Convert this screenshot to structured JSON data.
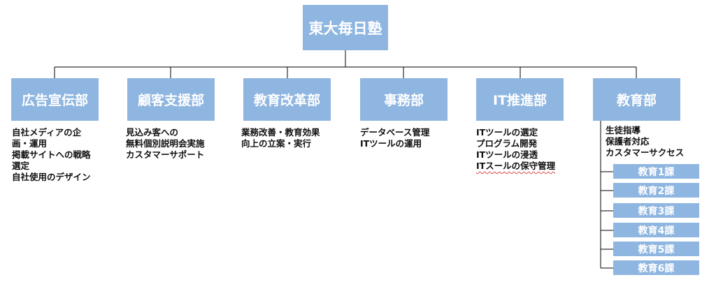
{
  "root": {
    "label": "東大毎日塾"
  },
  "departments": [
    {
      "label": "広告宣伝部",
      "duties": [
        "自社メディアの企",
        "画・運用",
        "掲載サイトへの戦略",
        "選定",
        "自社使用のデザイン"
      ]
    },
    {
      "label": "顧客支援部",
      "duties": [
        "見込み客への",
        "無料個別説明会実施",
        "カスタマーサポート"
      ]
    },
    {
      "label": "教育改革部",
      "duties": [
        "業務改善・教育効果",
        "向上の立案・実行"
      ]
    },
    {
      "label": "事務部",
      "duties": [
        "データベース管理",
        "ITツールの運用"
      ]
    },
    {
      "label": "IT推進部",
      "duties": [
        "ITツールの選定",
        "プログラム開発",
        "ITツールの浸透",
        "ITスールの保守管理"
      ]
    },
    {
      "label": "教育部",
      "duties": [
        "生徒指導",
        "保護者対応",
        "カスタマーサクセス"
      ],
      "sections": [
        "教育1課",
        "教育2課",
        "教育3課",
        "教育4課",
        "教育5課",
        "教育6課"
      ]
    }
  ],
  "colors": {
    "box_fill": "#8fb6e0",
    "box_text": "#ffffff",
    "connector": "#000000",
    "spellcheck_underline": "#d84848"
  }
}
